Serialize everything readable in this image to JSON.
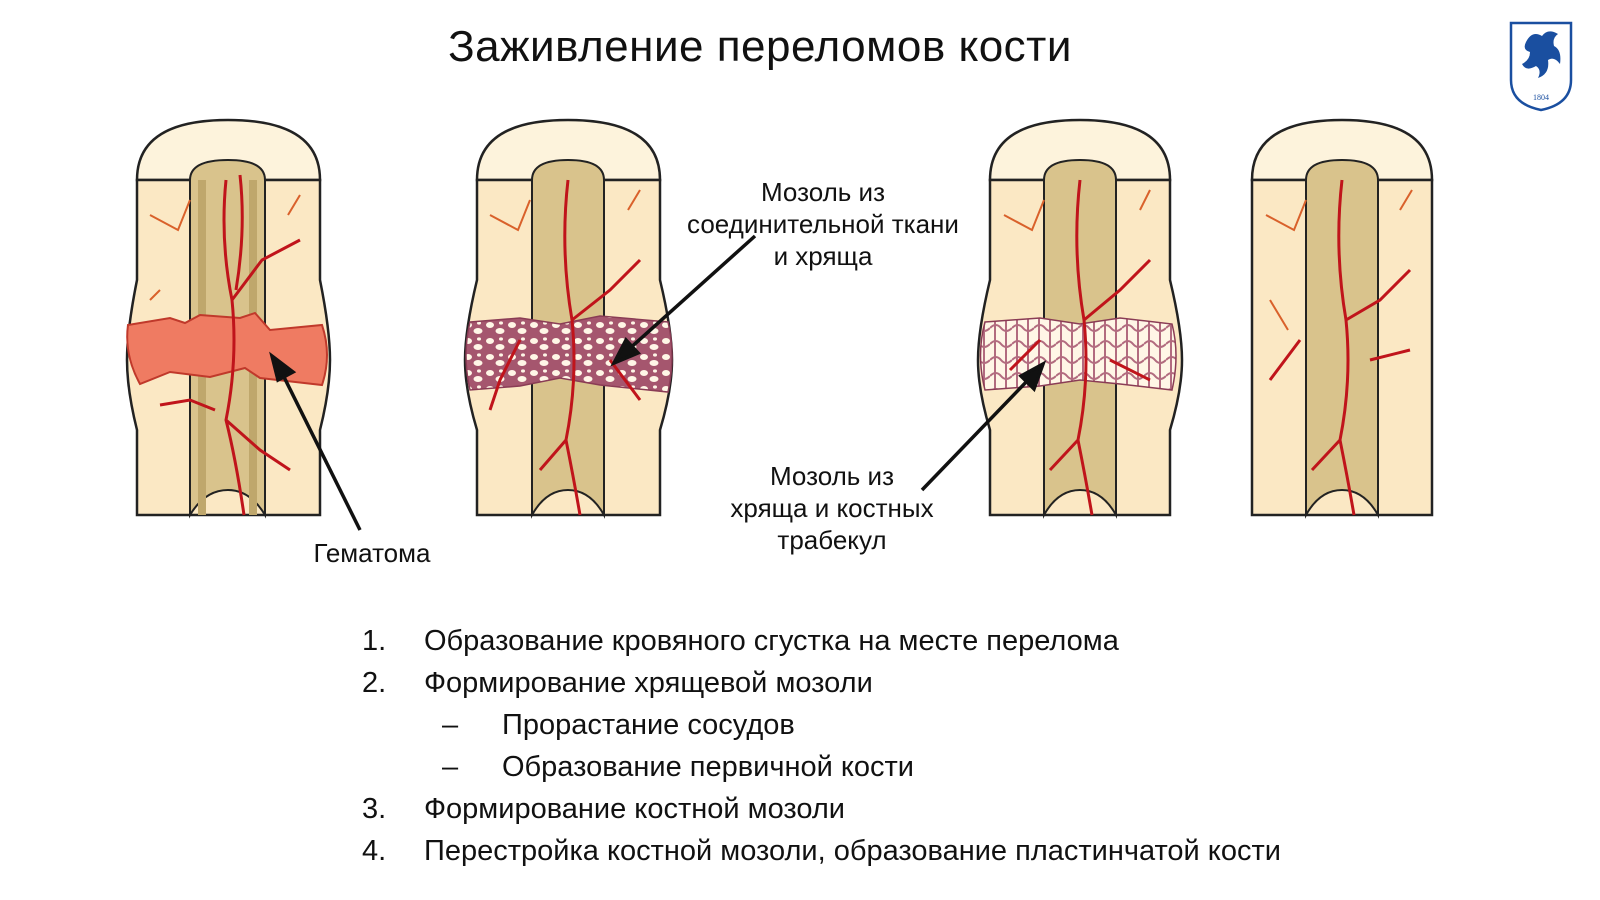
{
  "slide": {
    "title": "Заживление переломов кости"
  },
  "logo": {
    "icon": "griffin-crest-icon",
    "year": "1804",
    "color": "#1a4fa0"
  },
  "labels": {
    "hematoma": "Гематома",
    "callus_connective": [
      "Мозоль из",
      "соединительной ткани",
      "и хряща"
    ],
    "callus_trabecular": [
      "Мозоль из",
      "хряща и костных",
      "трабекул"
    ]
  },
  "steps": [
    {
      "num": "1.",
      "text": "Образование кровяного сгустка на месте перелома"
    },
    {
      "num": "2.",
      "text": "Формирование хрящевой мозоли",
      "sub": [
        {
          "dash": "–",
          "text": "Прорастание сосудов"
        },
        {
          "dash": "–",
          "text": "Образование первичной кости"
        }
      ]
    },
    {
      "num": "3.",
      "text": "Формирование костной мозоли"
    },
    {
      "num": "4.",
      "text": "Перестройка костной мозоли, образование пластинчатой кости"
    }
  ],
  "colors": {
    "bone": "#fbe8c4",
    "marrow": "#d9c38c",
    "vessel": "#c0141b",
    "hematoma": "#ef7b62",
    "callus": "#a5566e"
  }
}
